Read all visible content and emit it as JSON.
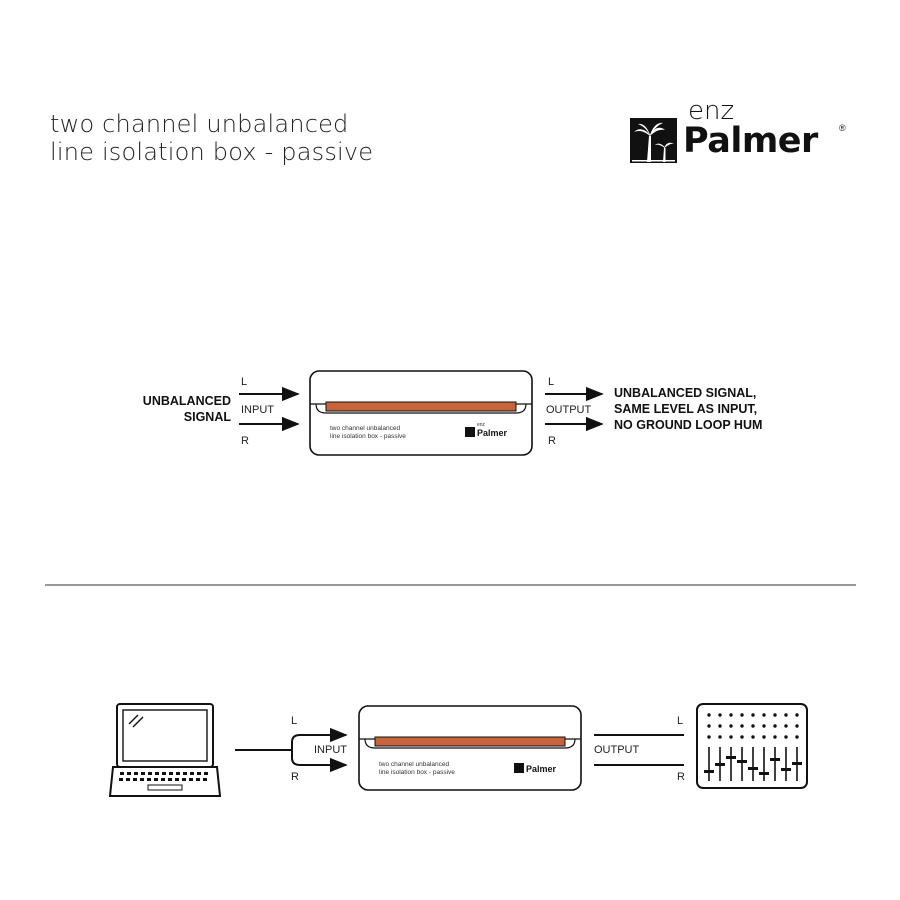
{
  "header": {
    "title_line1": "two channel unbalanced",
    "title_line2": "line isolation box - passive",
    "brand_small": "enz",
    "brand_name": "Palmer",
    "brand_reg": "®"
  },
  "diagram1": {
    "left_label_line1": "UNBALANCED",
    "left_label_line2": "SIGNAL",
    "input_label": "INPUT",
    "output_label": "OUTPUT",
    "l": "L",
    "r": "R",
    "right_label_line1": "UNBALANCED SIGNAL,",
    "right_label_line2": "SAME LEVEL AS INPUT,",
    "right_label_line3": "NO GROUND LOOP HUM",
    "device_line1": "two channel unbalanced",
    "device_line2": "line isolation box - passive",
    "device_brand_small": "enz",
    "device_brand": "Palmer"
  },
  "diagram2": {
    "input_label": "INPUT",
    "output_label": "OUTPUT",
    "l": "L",
    "r": "R",
    "device_line1": "two channel unbalanced",
    "device_line2": "line isolation box - passive",
    "device_brand": "Palmer"
  },
  "colors": {
    "stripe": "#c8643a",
    "ink": "#111111"
  },
  "icons": [
    "palm-tree-icon",
    "laptop-icon",
    "mixer-icon",
    "arrow-icon"
  ]
}
